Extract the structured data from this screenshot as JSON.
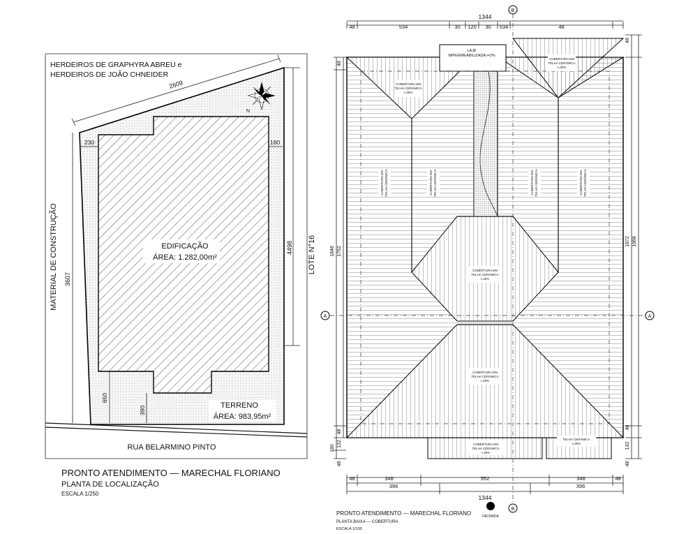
{
  "site_plan": {
    "neighbors_line1": "HERDEIROS DE GRAPHYRA ABREU e",
    "neighbors_line2": "HERDEIROS DE JOÃO CHNEIDER",
    "left_side_label": "MATERIAL DE CONSTRUÇÃO",
    "right_side_label": "LOTE N°16",
    "street_label": "RUA BELARMINO PINTO",
    "building_label": "EDIFICAÇÃO",
    "building_area": "ÁREA: 1.282,00m²",
    "terrain_label": "TERRENO",
    "terrain_area": "ÁREA: 983,95m²",
    "dims": {
      "top_edge": "2609",
      "left_edge": "3607",
      "right_edge": "4498",
      "setback_left": "230",
      "setback_right": "180",
      "front_left": "650",
      "front_right": "390"
    },
    "title": "PRONTO ATENDIMENTO — MARECHAL FLORIANO",
    "subtitle": "PLANTA DE LOCALIZAÇÃO",
    "scale": "ESCALA   1/250",
    "north_label": "N"
  },
  "roof_plan": {
    "top_total": "1344",
    "top_segments": [
      "48",
      "534",
      "30",
      "120",
      "30",
      "534",
      "48"
    ],
    "bottom_row1": [
      "48",
      "348",
      "552",
      "348",
      "48"
    ],
    "bottom_row2": [
      "396",
      "396"
    ],
    "bottom_total": "1344",
    "left_dims": [
      "48",
      "1848",
      "1752",
      "48",
      "132",
      "180",
      "48"
    ],
    "right_dims": [
      "48",
      "1872",
      "1968",
      "48",
      "132",
      "48"
    ],
    "slab_label_1": "LAJE",
    "slab_label_2": "IMPERMEABILIZADA i=2%",
    "roof_label_1": "COBERTURA EM",
    "roof_label_2": "TELHA CERÂMICA",
    "roof_label_3": "i=30%",
    "axis_marker": "A",
    "top_marker": "B",
    "bottom_marker": "B",
    "facade_label": "FACHADA",
    "title": "PRONTO ATENDIMENTO — MARECHAL FLORIANO",
    "subtitle": "PLANTA BAIXA — COBERTURA",
    "scale": "ESCALA  1/100"
  }
}
